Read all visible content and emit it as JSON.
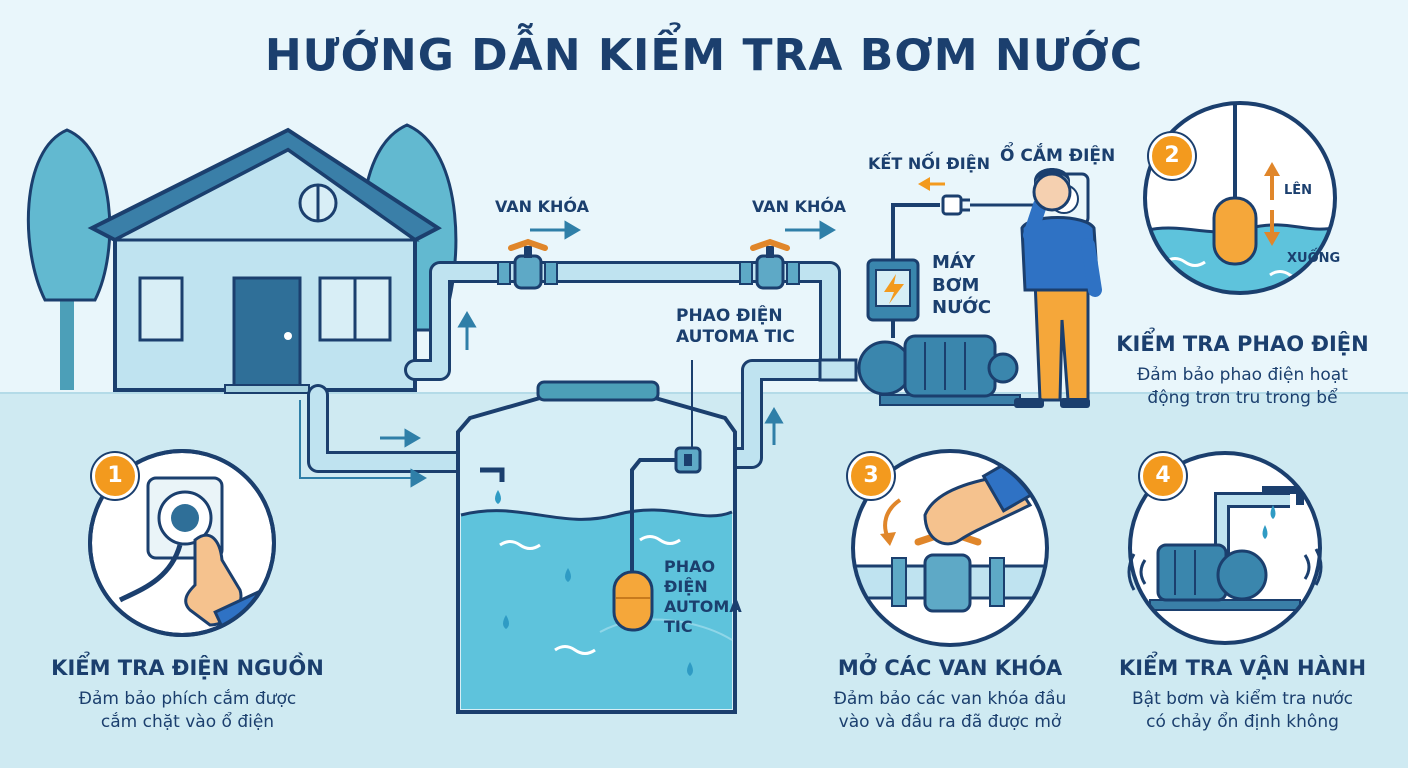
{
  "title": "HƯỚNG DẪN KIỂM TRA BƠM NƯỚC",
  "colors": {
    "navy": "#1b3f6e",
    "water": "#5ec3dc",
    "accent_orange": "#f39a1e",
    "pipe": "#bfe3f0",
    "ground": "#cfeaf2"
  },
  "diagram_labels": {
    "valve_left": "VAN KHÓA",
    "valve_right": "VAN KHÓA",
    "float_label_top": "PHAO ĐIỆN\nAUTOMA TIC",
    "float_label_tank": "PHAO\nĐIỆN\nAUTOMA\nTIC",
    "pump_label": "MÁY\nBƠM\nNƯỚC",
    "power_connection": "KẾT NỐI ĐIỆN",
    "outlet": "Ổ CẮM ĐIỆN",
    "float_up": "LÊN",
    "float_down": "XUỐNG"
  },
  "steps": [
    {
      "number": "1",
      "title": "KIỂM TRA ĐIỆN NGUỒN",
      "description": "Đảm bảo phích cắm được\ncắm chặt vào ổ điện",
      "icon": "plug-socket-icon"
    },
    {
      "number": "2",
      "title": "KIỂM TRA PHAO ĐIỆN",
      "description": "Đảm bảo phao điện hoạt\nđộng trơn tru trong bể",
      "icon": "float-switch-icon"
    },
    {
      "number": "3",
      "title": "MỞ CÁC VAN KHÓA",
      "description": "Đảm bảo các van khóa đầu\nvào và đầu ra đã được mở",
      "icon": "valve-hand-icon"
    },
    {
      "number": "4",
      "title": "KIỂM TRA VẬN HÀNH",
      "description": "Bật bơm và kiểm tra nước\ncó chảy ổn định không",
      "icon": "pump-running-icon"
    }
  ]
}
